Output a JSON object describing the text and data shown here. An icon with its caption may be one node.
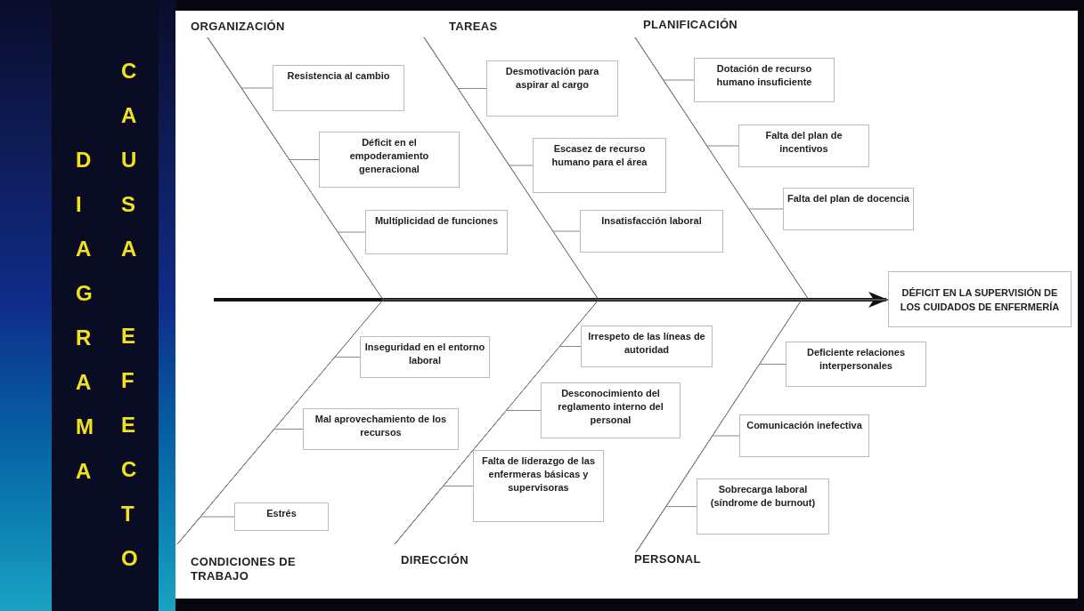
{
  "diagram": {
    "title": "DIAGRAMA",
    "nodes": [
      {
        "text": [
          "ORGANIZACIÓN"
        ]
      },
      {
        "text": [
          "TAREAS"
        ]
      },
      {
        "text": [
          "PLANIFICACIÓN"
        ]
      },
      {
        "text": [
          "Resistencia al cambio"
        ]
      },
      {
        "text": [
          "Déficit en el empoderamiento generacional"
        ]
      },
      {
        "text": [
          "Multiplicidad de funciones"
        ]
      },
      {
        "text": [
          "Desmotivación para aspirar al cargo"
        ]
      },
      {
        "text": [
          "Escasez de recurso humano para el área"
        ]
      },
      {
        "text": [
          "Insatisfacción laboral"
        ]
      },
      {
        "text": [
          "Dotación de recurso humano insuficiente"
        ]
      },
      {
        "text": [
          "Falta del plan de incentivos"
        ]
      },
      {
        "text": [
          "Falta del plan de docencia"
        ]
      },
      {
        "text": [
          "DÉFICIT EN LA SUPERVISIÓN DE LOS CUIDADOS DE ENFERMERÍA"
        ]
      },
      {
        "text": [
          "Inseguridad en el entorno laboral"
        ]
      },
      {
        "text": [
          "Mal aprovechamiento de los recursos"
        ]
      },
      {
        "text": [
          "Estrés"
        ]
      },
      {
        "text": [
          "Irrespeto de las líneas de autoridad"
        ]
      },
      {
        "text": [
          "Desconocimiento del reglamento interno del personal"
        ]
      },
      {
        "text": [
          "Falta de liderazgo de las enfermeras básicas y supervisoras"
        ]
      },
      {
        "text": [
          "Deficiente relaciones interpersonales"
        ]
      },
      {
        "text": [
          "Comunicación inefectiva"
        ]
      },
      {
        "text": [
          "Sobrecarga laboral (síndrome de burnout)"
        ]
      },
      {
        "text": [
          "CONDICIONES DE TRABAJO"
        ]
      },
      {
        "text": [
          "DIRECCIÓN"
        ]
      },
      {
        "text": [
          "PERSONAL"
        ]
      }
    ],
    "edges": [
      {
        "from": null,
        "to": 12,
        "arrow": "to",
        "style": "thick",
        "color": "#111111"
      },
      {
        "from": 0,
        "to": 12,
        "arrow": "none"
      },
      {
        "from": 1,
        "to": 12,
        "arrow": "none"
      },
      {
        "from": 2,
        "to": 12,
        "arrow": "none"
      },
      {
        "from": 22,
        "to": 12,
        "arrow": "none"
      },
      {
        "from": 23,
        "to": 12,
        "arrow": "none"
      },
      {
        "from": 24,
        "to": 12,
        "arrow": "none"
      },
      {
        "from": 3,
        "to": 0,
        "arrow": "none"
      },
      {
        "from": 4,
        "to": 0,
        "arrow": "none"
      },
      {
        "from": 5,
        "to": 0,
        "arrow": "none"
      },
      {
        "from": 6,
        "to": 1,
        "arrow": "none"
      },
      {
        "from": 7,
        "to": 1,
        "arrow": "none"
      },
      {
        "from": 8,
        "to": 1,
        "arrow": "none"
      },
      {
        "from": 9,
        "to": 2,
        "arrow": "none"
      },
      {
        "from": 10,
        "to": 2,
        "arrow": "none"
      },
      {
        "from": 11,
        "to": 2,
        "arrow": "none"
      },
      {
        "from": 13,
        "to": 22,
        "arrow": "none"
      },
      {
        "from": 14,
        "to": 22,
        "arrow": "none"
      },
      {
        "from": 15,
        "to": 22,
        "arrow": "none"
      },
      {
        "from": 16,
        "to": 23,
        "arrow": "none"
      },
      {
        "from": 17,
        "to": 23,
        "arrow": "none"
      },
      {
        "from": 18,
        "to": 23,
        "arrow": "none"
      },
      {
        "from": 19,
        "to": 24,
        "arrow": "none"
      },
      {
        "from": 20,
        "to": 24,
        "arrow": "none"
      },
      {
        "from": 21,
        "to": 24,
        "arrow": "none"
      }
    ],
    "labels": [
      "CAUSA",
      "EFECTO"
    ]
  }
}
